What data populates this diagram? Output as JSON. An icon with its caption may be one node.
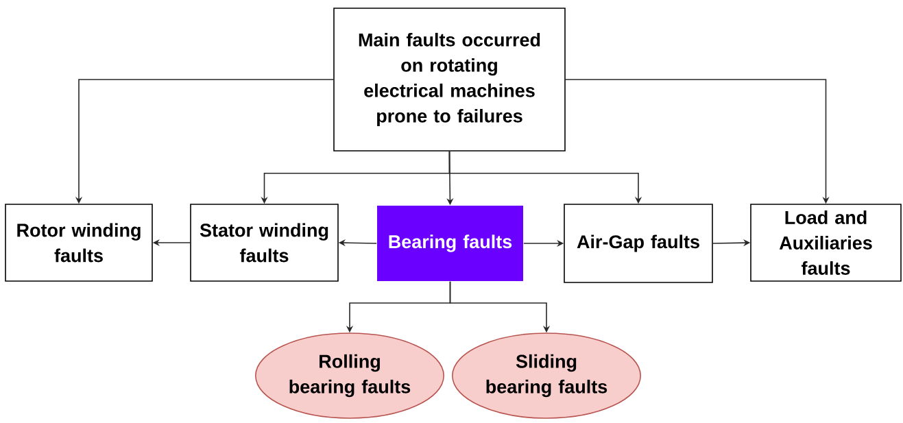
{
  "diagram": {
    "nodes": [
      {
        "text": [
          "Main faults occurred on rotating electrical machines prone to failures"
        ]
      },
      {
        "text": [
          "Rotor winding faults"
        ]
      },
      {
        "text": [
          "Stator winding faults"
        ]
      },
      {
        "text": [
          "Bearing faults"
        ]
      },
      {
        "text": [
          "Air-Gap faults"
        ]
      },
      {
        "text": [
          "Load and Auxiliaries faults"
        ]
      },
      {
        "text": [
          "Rolling bearing faults"
        ]
      },
      {
        "text": [
          "Sliding bearing faults"
        ]
      }
    ],
    "edges": [
      {
        "from": 0,
        "to": 1,
        "arrow": "to"
      },
      {
        "from": 0,
        "to": 2,
        "arrow": "to"
      },
      {
        "from": 0,
        "to": 3,
        "arrow": "to"
      },
      {
        "from": 0,
        "to": 4,
        "arrow": "to"
      },
      {
        "from": 0,
        "to": 5,
        "arrow": "to"
      },
      {
        "from": 3,
        "to": 2,
        "arrow": "to"
      },
      {
        "from": 2,
        "to": 1,
        "arrow": "to"
      },
      {
        "from": 3,
        "to": 4,
        "arrow": "to"
      },
      {
        "from": 4,
        "to": 5,
        "arrow": "to"
      },
      {
        "from": 3,
        "to": 6,
        "arrow": "to"
      },
      {
        "from": 3,
        "to": 7,
        "arrow": "to"
      }
    ]
  }
}
